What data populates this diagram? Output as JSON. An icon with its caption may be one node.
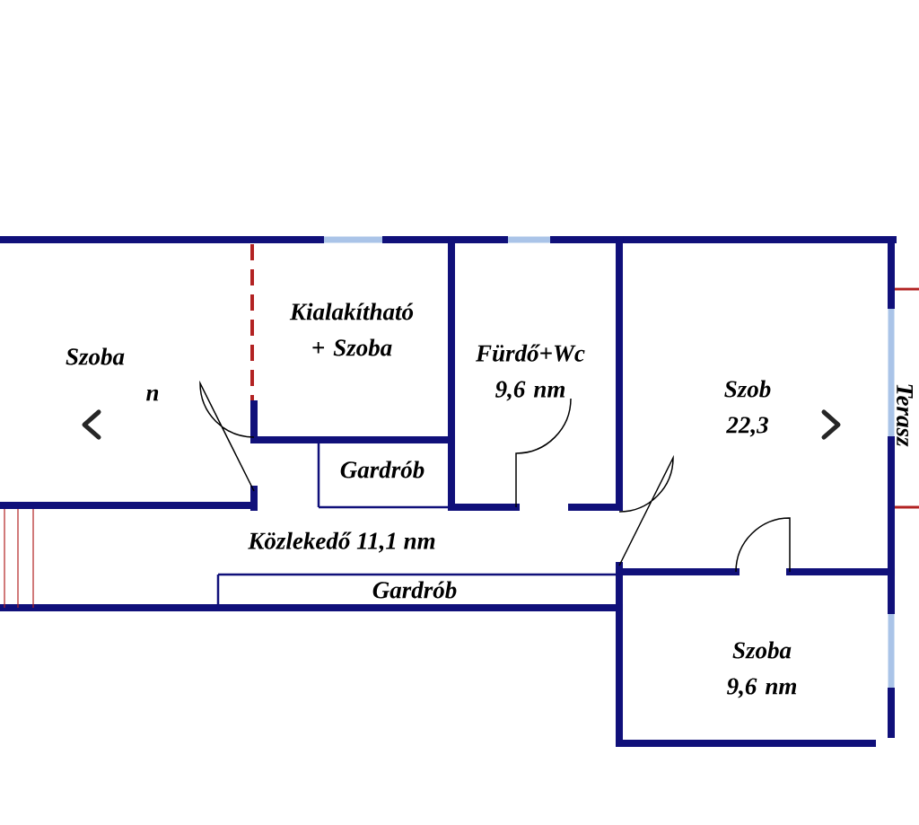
{
  "diagram": {
    "labels": [
      "Kialakítható + Szoba",
      "Szoba",
      "n",
      "Fürdő+Wc 9,6 nm",
      "Szob 22,3",
      "Terasz",
      "Gardrób",
      "Közlekedő 11,1 nm",
      "Gardrób",
      "Szoba 9,6 nm"
    ]
  }
}
